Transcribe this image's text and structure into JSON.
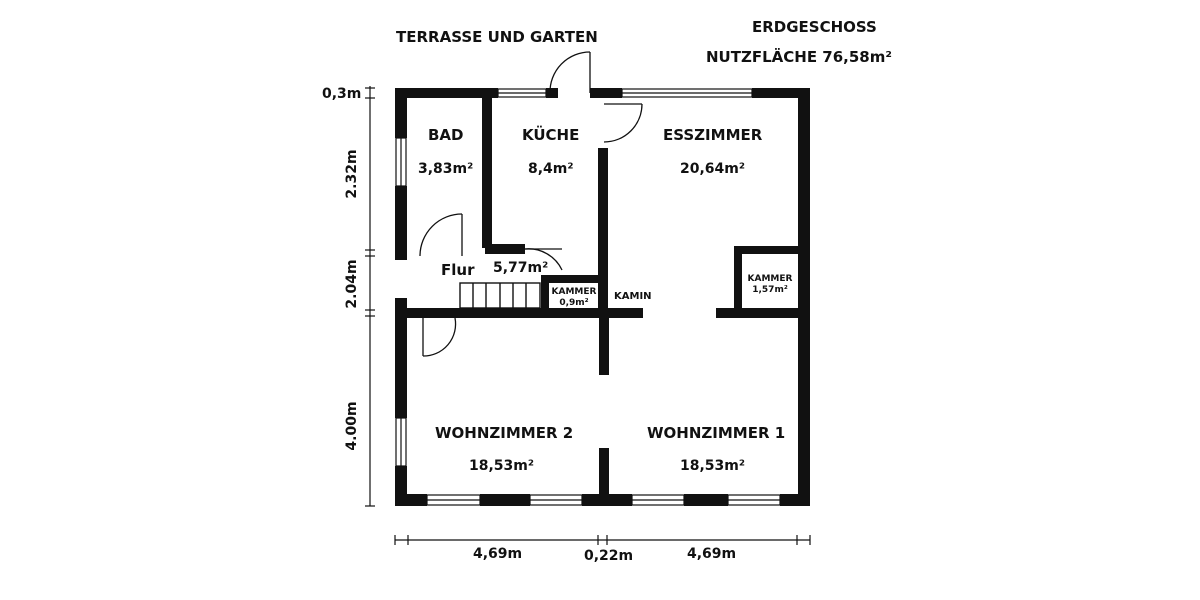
{
  "header": {
    "outside_label": "TERRASSE UND GARTEN",
    "floor_label": "ERDGESCHOSS",
    "area_label": "NUTZFLÄCHE 76,58m²"
  },
  "rooms": {
    "bad": {
      "name": "BAD",
      "area": "3,83m²"
    },
    "kueche": {
      "name": "KÜCHE",
      "area": "8,4m²"
    },
    "esszimmer": {
      "name": "ESSZIMMER",
      "area": "20,64m²"
    },
    "flur": {
      "name": "Flur",
      "area": "5,77m²"
    },
    "kammer_small": {
      "name": "KAMMER",
      "area": "0,9m²"
    },
    "kammer_right": {
      "name": "KAMMER",
      "area": "1,57m²"
    },
    "kamin": {
      "name": "KAMIN"
    },
    "wohnzimmer2": {
      "name": "WOHNZIMMER 2",
      "area": "18,53m²"
    },
    "wohnzimmer1": {
      "name": "WOHNZIMMER 1",
      "area": "18,53m²"
    }
  },
  "dimensions": {
    "vertical": [
      "0,3m",
      "2.32m",
      "2.04m",
      "4.00m"
    ],
    "horizontal": [
      "4,69m",
      "0,22m",
      "4,69m"
    ]
  }
}
